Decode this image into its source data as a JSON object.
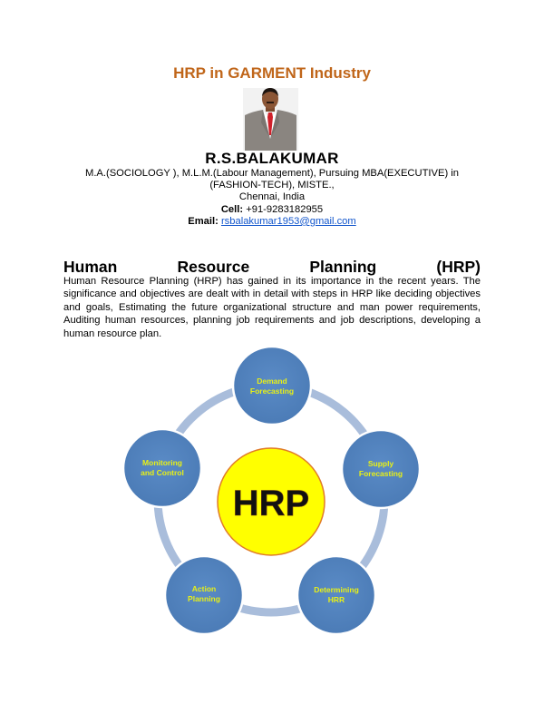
{
  "document": {
    "title": "HRP in GARMENT Industry",
    "author": {
      "photo_alt": "author-photo",
      "name": "R.S.BALAKUMAR",
      "qualifications_line1": "M.A.(SOCIOLOGY ), M.L.M.(Labour Management), Pursuing MBA(EXECUTIVE) in",
      "qualifications_line2": "(FASHION-TECH), MISTE.,",
      "location": "Chennai, India",
      "cell_label": "Cell:",
      "cell_value": "+91-9283182955",
      "email_label": "Email:",
      "email_value": "rsbalakumar1953@gmail.com"
    },
    "section": {
      "heading_words": [
        "Human",
        "Resource",
        "Planning",
        "(HRP)"
      ],
      "paragraph": "Human Resource Planning (HRP) has gained in its importance in the recent years. The significance and objectives are dealt with in detail with steps in HRP like deciding objectives and goals, Estimating the future organizational structure and man power requirements, Auditing human resources, planning job requirements and job descriptions, developing a human resource plan."
    },
    "diagram": {
      "center_label": "HRP",
      "colors": {
        "ring": "#A9BDDB",
        "node_fill": "#4F81BD",
        "node_text": "#E8F016",
        "center_fill": "#FFFF00",
        "center_border": "#E07B28"
      },
      "nodes": [
        {
          "line1": "Demand",
          "line2": "Forecasting"
        },
        {
          "line1": "Supply",
          "line2": "Forecasting"
        },
        {
          "line1": "Determining",
          "line2": "HRR"
        },
        {
          "line1": "Action",
          "line2": "Planning"
        },
        {
          "line1": "Monitoring",
          "line2": "and Control"
        }
      ]
    }
  }
}
